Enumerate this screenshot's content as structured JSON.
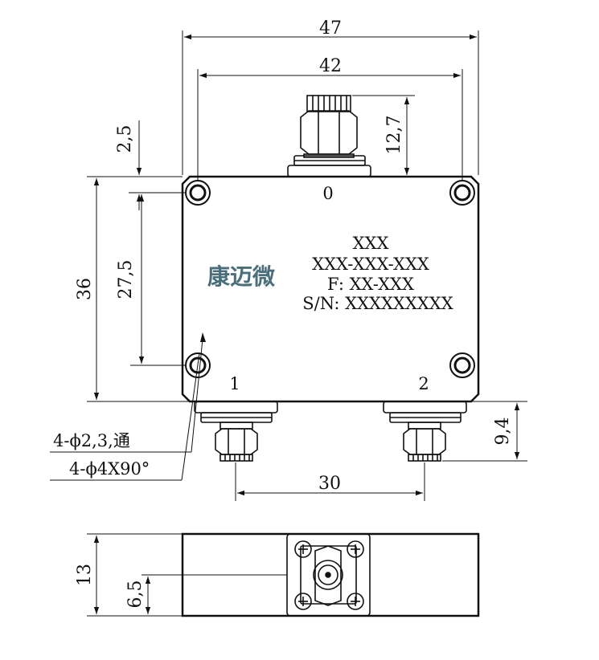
{
  "brand": {
    "logo_text": "康迈微",
    "color": "#4a6e7a"
  },
  "label_block": {
    "line1": "XXX",
    "line2": "XXX-XXX-XXX",
    "line3": "F: XX-XXX",
    "line4": "S/N: XXXXXXXXX"
  },
  "ports": {
    "port0": "0",
    "port1": "1",
    "port2": "2"
  },
  "dimensions": {
    "overall_width": "47",
    "hole_spacing_x": "42",
    "connector_height": "12,7",
    "top_offset": "2,5",
    "overall_height": "36",
    "hole_spacing_y": "27,5",
    "bottom_connector_height": "9,4",
    "output_spacing": "30",
    "side_height": "13",
    "side_center": "6,5"
  },
  "callouts": {
    "hole_note": "4-ϕ2,3,通",
    "chamfer_note": "4-ϕ4X90°"
  }
}
